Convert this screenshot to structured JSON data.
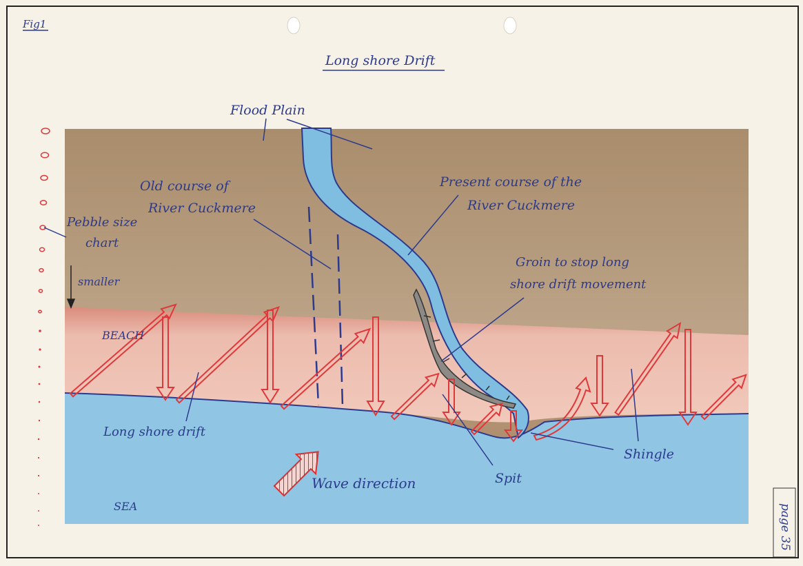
{
  "figure": {
    "fig_label": "Fig1",
    "title": "Long shore Drift",
    "page_label": "page 35",
    "labels": {
      "flood_plain": "Flood Plain",
      "old_course_line1": "Old course of",
      "old_course_line2": "River Cuckmere",
      "present_course_line1": "Present course of the",
      "present_course_line2": "River Cuckmere",
      "groin_line1": "Groin to stop long",
      "groin_line2": "shore drift movement",
      "pebble_line1": "Pebble size",
      "pebble_line2": "chart",
      "smaller": "smaller",
      "beach": "BEACH",
      "long_shore_drift": "Long shore drift",
      "wave_direction": "Wave direction",
      "spit": "Spit",
      "shingle": "Shingle",
      "sea": "SEA"
    },
    "colors": {
      "land": "#b49a79",
      "beach": "#e9b7a8",
      "sea": "#8ec5e2",
      "river": "#7fbee0",
      "ink": "#2c3a8e",
      "arrow": "#e0383a"
    }
  }
}
